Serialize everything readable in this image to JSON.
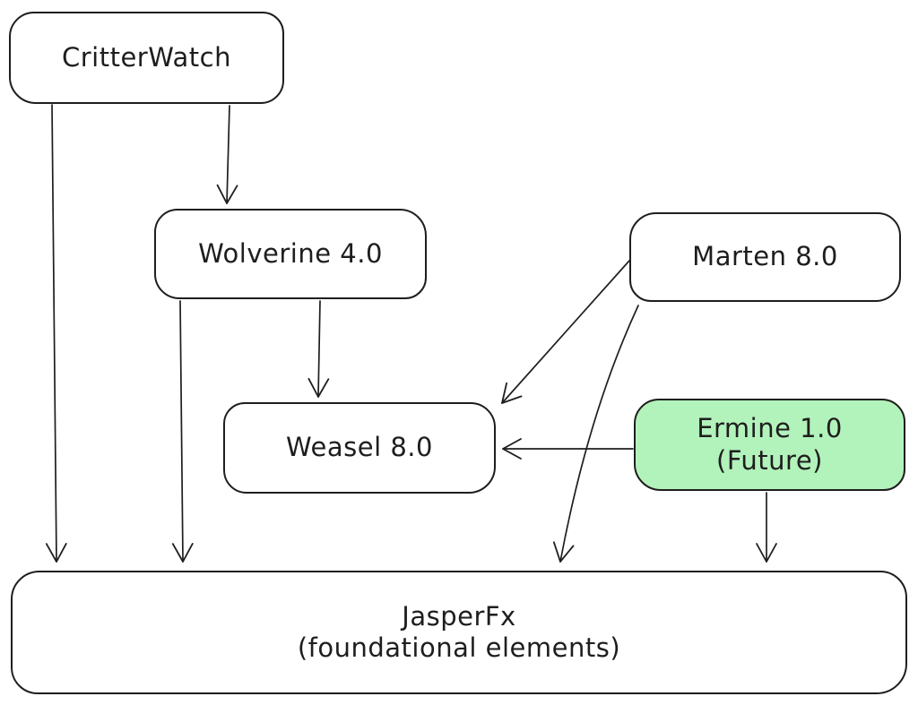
{
  "colors": {
    "stroke": "#1e1e1e",
    "canvas_background": "#ffffff",
    "node_fill": "#ffffff",
    "ermine_fill": "#b2f2bb"
  },
  "nodes": {
    "critterwatch": {
      "label": "CritterWatch"
    },
    "wolverine": {
      "label": "Wolverine 4.0"
    },
    "marten": {
      "label": "Marten 8.0"
    },
    "weasel": {
      "label": "Weasel 8.0"
    },
    "ermine": {
      "line1": "Ermine 1.0",
      "line2": "(Future)"
    },
    "jasperfx": {
      "line1": "JasperFx",
      "line2": "(foundational elements)"
    }
  },
  "edges": [
    {
      "from": "CritterWatch",
      "to": "Wolverine 4.0"
    },
    {
      "from": "CritterWatch",
      "to": "JasperFx (foundational elements)"
    },
    {
      "from": "Wolverine 4.0",
      "to": "Weasel 8.0"
    },
    {
      "from": "Wolverine 4.0",
      "to": "JasperFx (foundational elements)"
    },
    {
      "from": "Marten 8.0",
      "to": "Weasel 8.0"
    },
    {
      "from": "Marten 8.0",
      "to": "JasperFx (foundational elements)"
    },
    {
      "from": "Ermine 1.0 (Future)",
      "to": "Weasel 8.0"
    },
    {
      "from": "Ermine 1.0 (Future)",
      "to": "JasperFx (foundational elements)"
    }
  ]
}
